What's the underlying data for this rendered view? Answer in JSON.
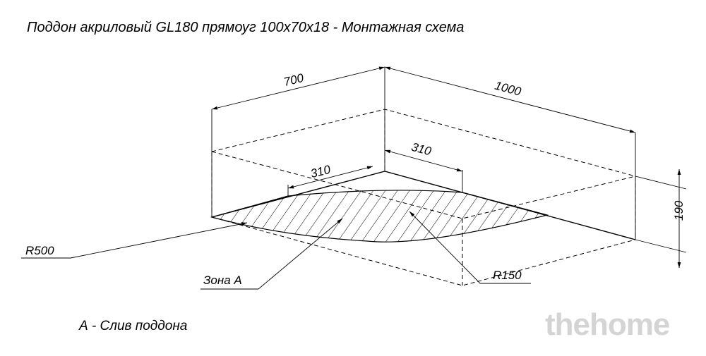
{
  "title": "Поддон акриловый  GL180 прямоуг 100х70х18 - Монтажная схема",
  "dimensions": {
    "width_700": "700",
    "length_1000": "1000",
    "offset_310_a": "310",
    "offset_310_b": "310",
    "height_190": "190"
  },
  "callouts": {
    "r500": "R500",
    "r150": "R150",
    "zone_a": "Зона А"
  },
  "legend": "А - Слив поддона",
  "watermark": "thehome"
}
